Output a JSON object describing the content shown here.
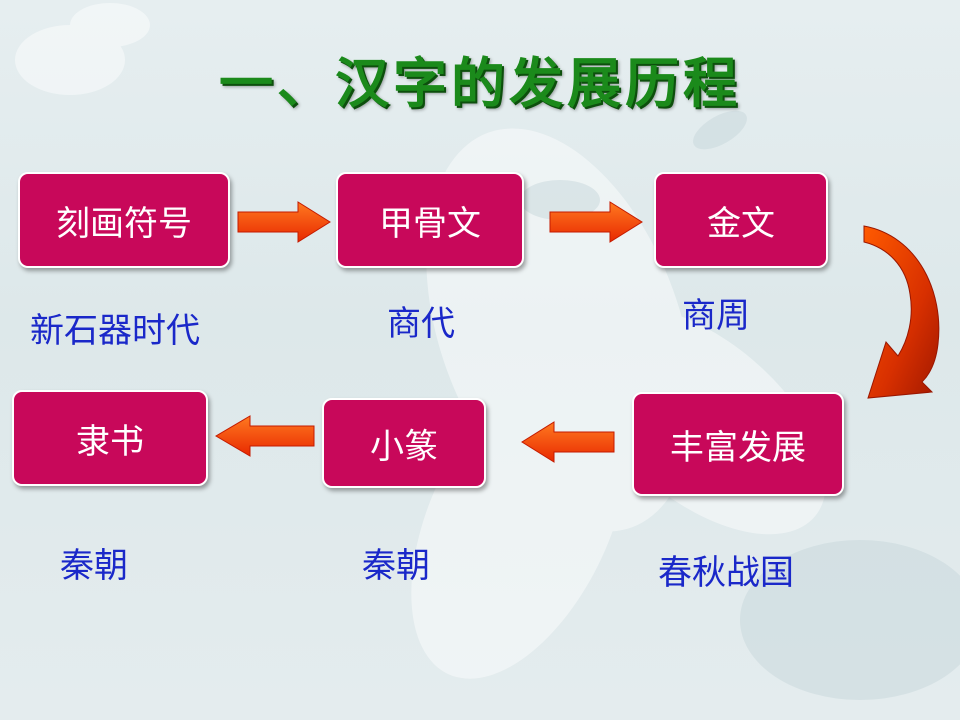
{
  "title": "一、汉字的发展历程",
  "stages": [
    {
      "name": "刻画符号",
      "era": "新石器时代"
    },
    {
      "name": "甲骨文",
      "era": "商代"
    },
    {
      "name": "金文",
      "era": "商周"
    },
    {
      "name": "丰富发展",
      "era": "春秋战国"
    },
    {
      "name": "小篆",
      "era": "秦朝"
    },
    {
      "name": "隶书",
      "era": "秦朝"
    }
  ],
  "colors": {
    "title": "#1b8a1b",
    "box": "#c8085a",
    "era_text": "#1a28c9",
    "arrow": "#ff4a00"
  }
}
